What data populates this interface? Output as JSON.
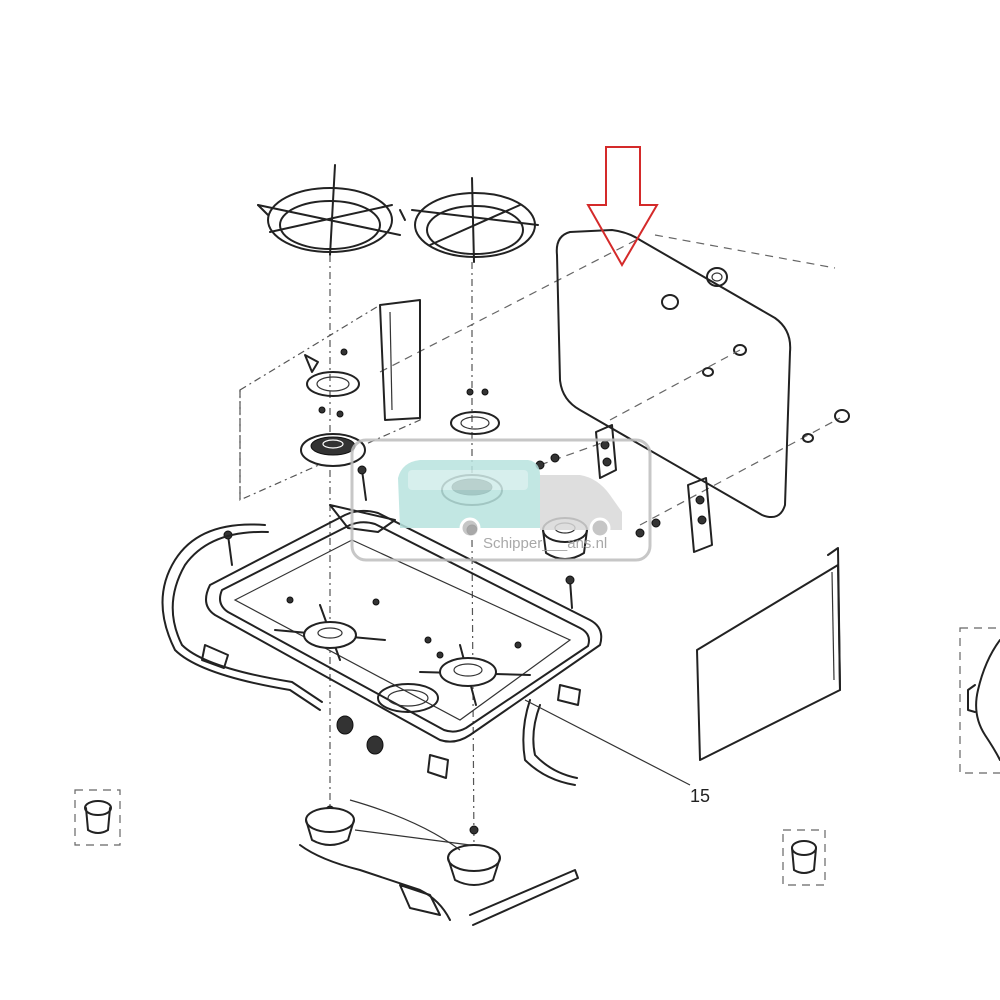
{
  "diagram": {
    "callouts": [
      {
        "id": "callout-15",
        "text": "15"
      }
    ],
    "highlight": {
      "name": "glass-lid-arrow",
      "color": "#d42a2a"
    },
    "watermark": {
      "text": "Schipper___ans.nl",
      "color_cabin": "#b8e3df",
      "color_body": "#d9d9d9"
    }
  }
}
